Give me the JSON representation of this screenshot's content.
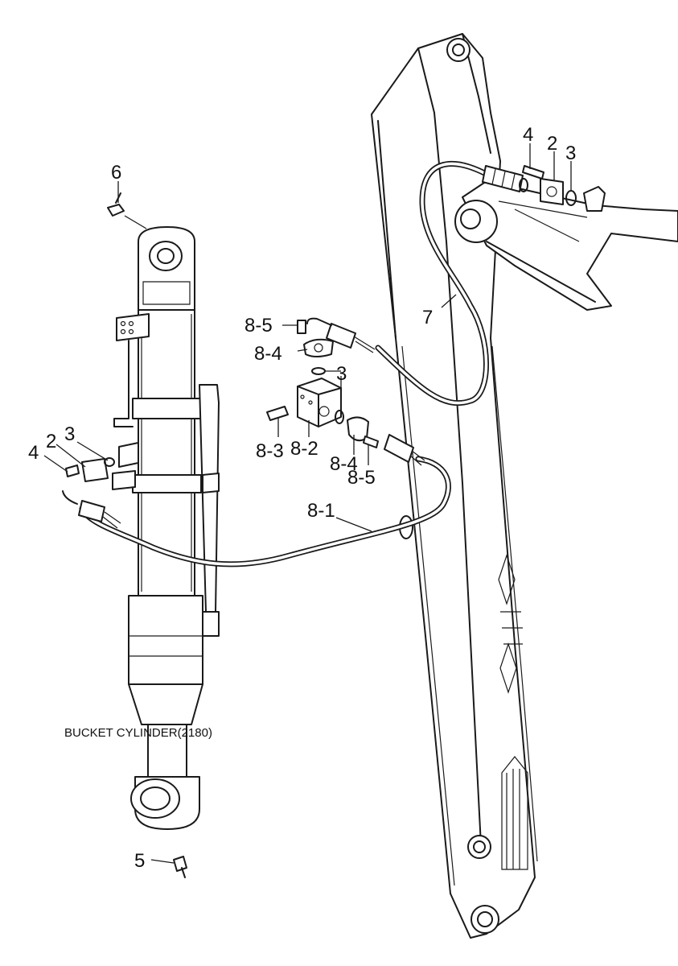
{
  "diagram": {
    "caption": "BUCKET CYLINDER(2180)",
    "callouts": {
      "c_4_top": "4",
      "c_2_top": "2",
      "c_3_top": "3",
      "c_6": "6",
      "c_7": "7",
      "c_8_5_top": "8-5",
      "c_8_4_top": "8-4",
      "c_3_mid": "3",
      "c_8_3": "8-3",
      "c_8_2": "8-2",
      "c_8_4_bot": "8-4",
      "c_8_5_bot": "8-5",
      "c_4_left": "4",
      "c_2_left": "2",
      "c_3_left": "3",
      "c_8_1": "8-1",
      "c_5": "5"
    }
  }
}
